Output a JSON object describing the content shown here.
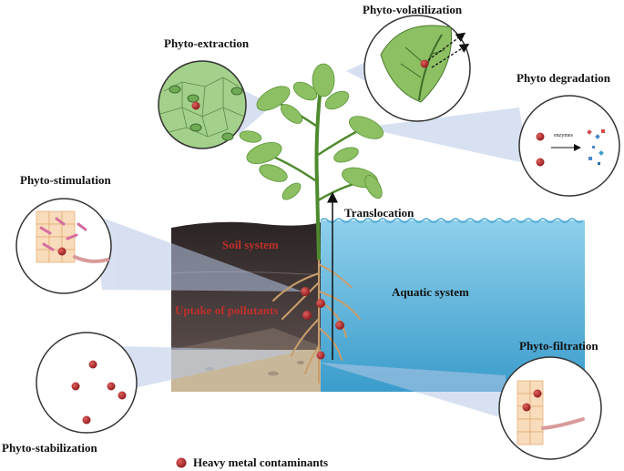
{
  "labels": {
    "phyto_extraction": "Phyto-extraction",
    "phyto_volatilization": "Phyto-volatilization",
    "phyto_degradation": "Phyto degradation",
    "phyto_stimulation": "Phyto-stimulation",
    "phyto_stabilization": "Phyto-stabilization",
    "phyto_filtration": "Phyto-filtration",
    "translocation": "Translocation",
    "soil_system": "Soil system",
    "uptake_of_pollutants": "Uptake of pollutants",
    "aquatic_system": "Aquatic system",
    "enzymes": "enzymes"
  },
  "legend": {
    "heavy_metal_label": "Heavy metal contaminants"
  },
  "colors": {
    "water": "#5fb7dc",
    "soil_dark": "#3e3434",
    "sediment": "#c9b79a",
    "leaf": "#8cc063",
    "contaminant": "#b8282c"
  }
}
